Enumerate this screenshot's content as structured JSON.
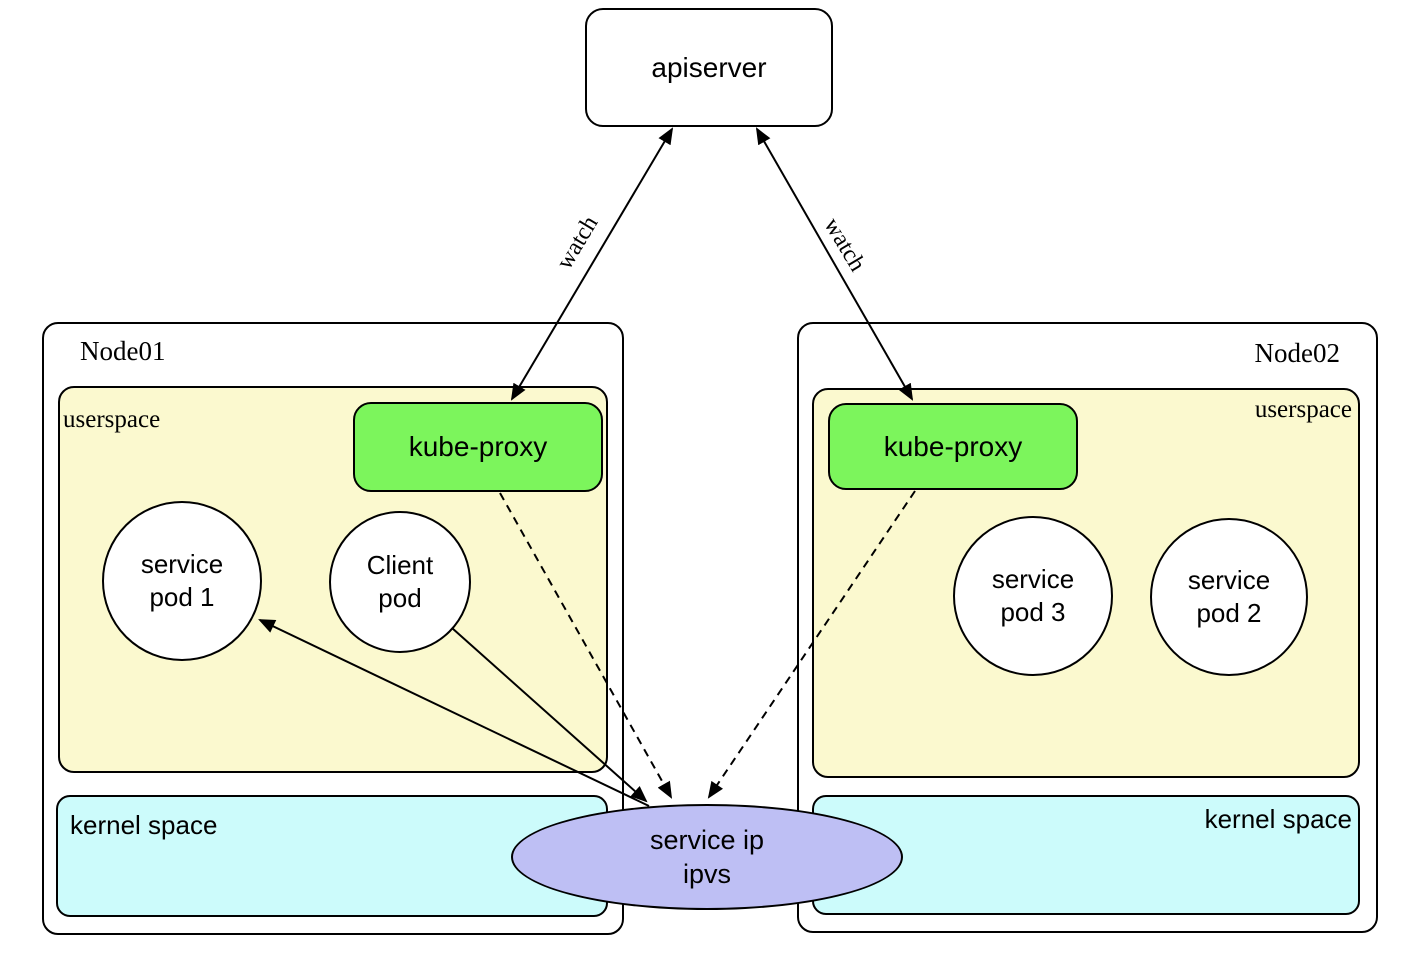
{
  "colors": {
    "userspace_fill": "#FBF9CF",
    "kernel_fill": "#CCFBFB",
    "kube_proxy_fill": "#7CF55C",
    "service_ip_fill": "#BEBFF4",
    "stroke": "#000000"
  },
  "apiserver": {
    "label": "apiserver"
  },
  "arrows": {
    "watch_left_label": "watch",
    "watch_right_label": "watch"
  },
  "node01": {
    "label": "Node01",
    "userspace_label": "userspace",
    "kube_proxy_label": "kube-proxy",
    "kernel_label": "kernel space",
    "service_pod_1": {
      "line1": "service",
      "line2": "pod 1"
    },
    "client_pod": {
      "line1": "Client",
      "line2": "pod"
    }
  },
  "node02": {
    "label": "Node02",
    "userspace_label": "userspace",
    "kube_proxy_label": "kube-proxy",
    "kernel_label": "kernel space",
    "service_pod_3": {
      "line1": "service",
      "line2": "pod 3"
    },
    "service_pod_2": {
      "line1": "service",
      "line2": "pod 2"
    }
  },
  "service_ip": {
    "line1": "service ip",
    "line2": "ipvs"
  }
}
